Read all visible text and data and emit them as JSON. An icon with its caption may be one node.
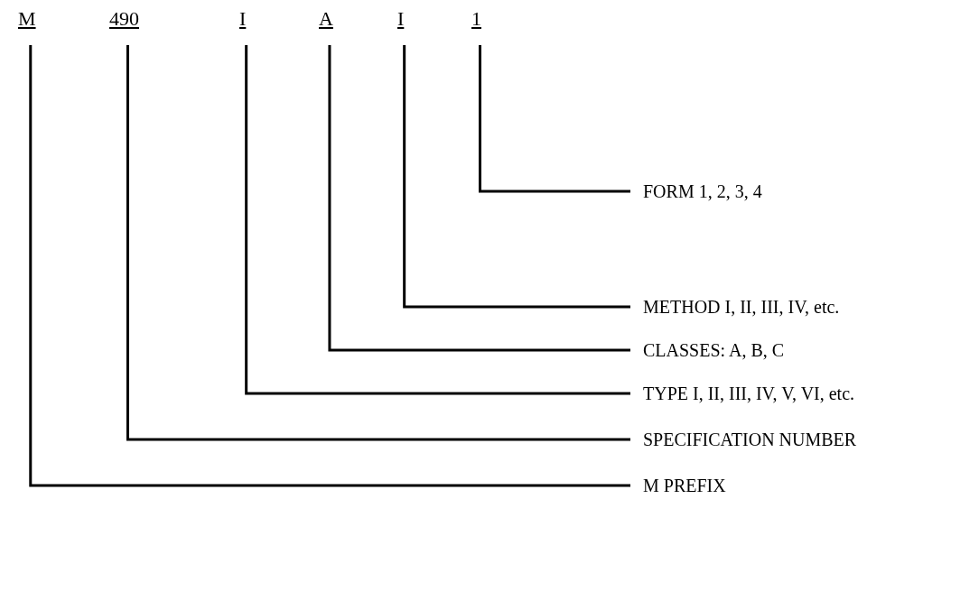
{
  "diagram": {
    "nodes": [
      {
        "text": [
          "M"
        ]
      },
      {
        "text": [
          "490"
        ]
      },
      {
        "text": [
          "I"
        ]
      },
      {
        "text": [
          "A"
        ]
      },
      {
        "text": [
          "I"
        ]
      },
      {
        "text": [
          "1"
        ]
      },
      {
        "text": [
          "FORM 1, 2, 3, 4"
        ]
      },
      {
        "text": [
          "METHOD I, II, III, IV, etc."
        ]
      },
      {
        "text": [
          "CLASSES: A, B, C"
        ]
      },
      {
        "text": [
          "TYPE I, II, III, IV, V, VI, etc."
        ]
      },
      {
        "text": [
          "SPECIFICATION NUMBER"
        ]
      },
      {
        "text": [
          "M PREFIX"
        ]
      }
    ],
    "edges": [
      {
        "from": 5,
        "to": 6,
        "arrow": "none"
      },
      {
        "from": 4,
        "to": 7,
        "arrow": "none"
      },
      {
        "from": 3,
        "to": 8,
        "arrow": "none"
      },
      {
        "from": 2,
        "to": 9,
        "arrow": "none"
      },
      {
        "from": 1,
        "to": 10,
        "arrow": "none"
      },
      {
        "from": 0,
        "to": 11,
        "arrow": "none"
      }
    ]
  }
}
